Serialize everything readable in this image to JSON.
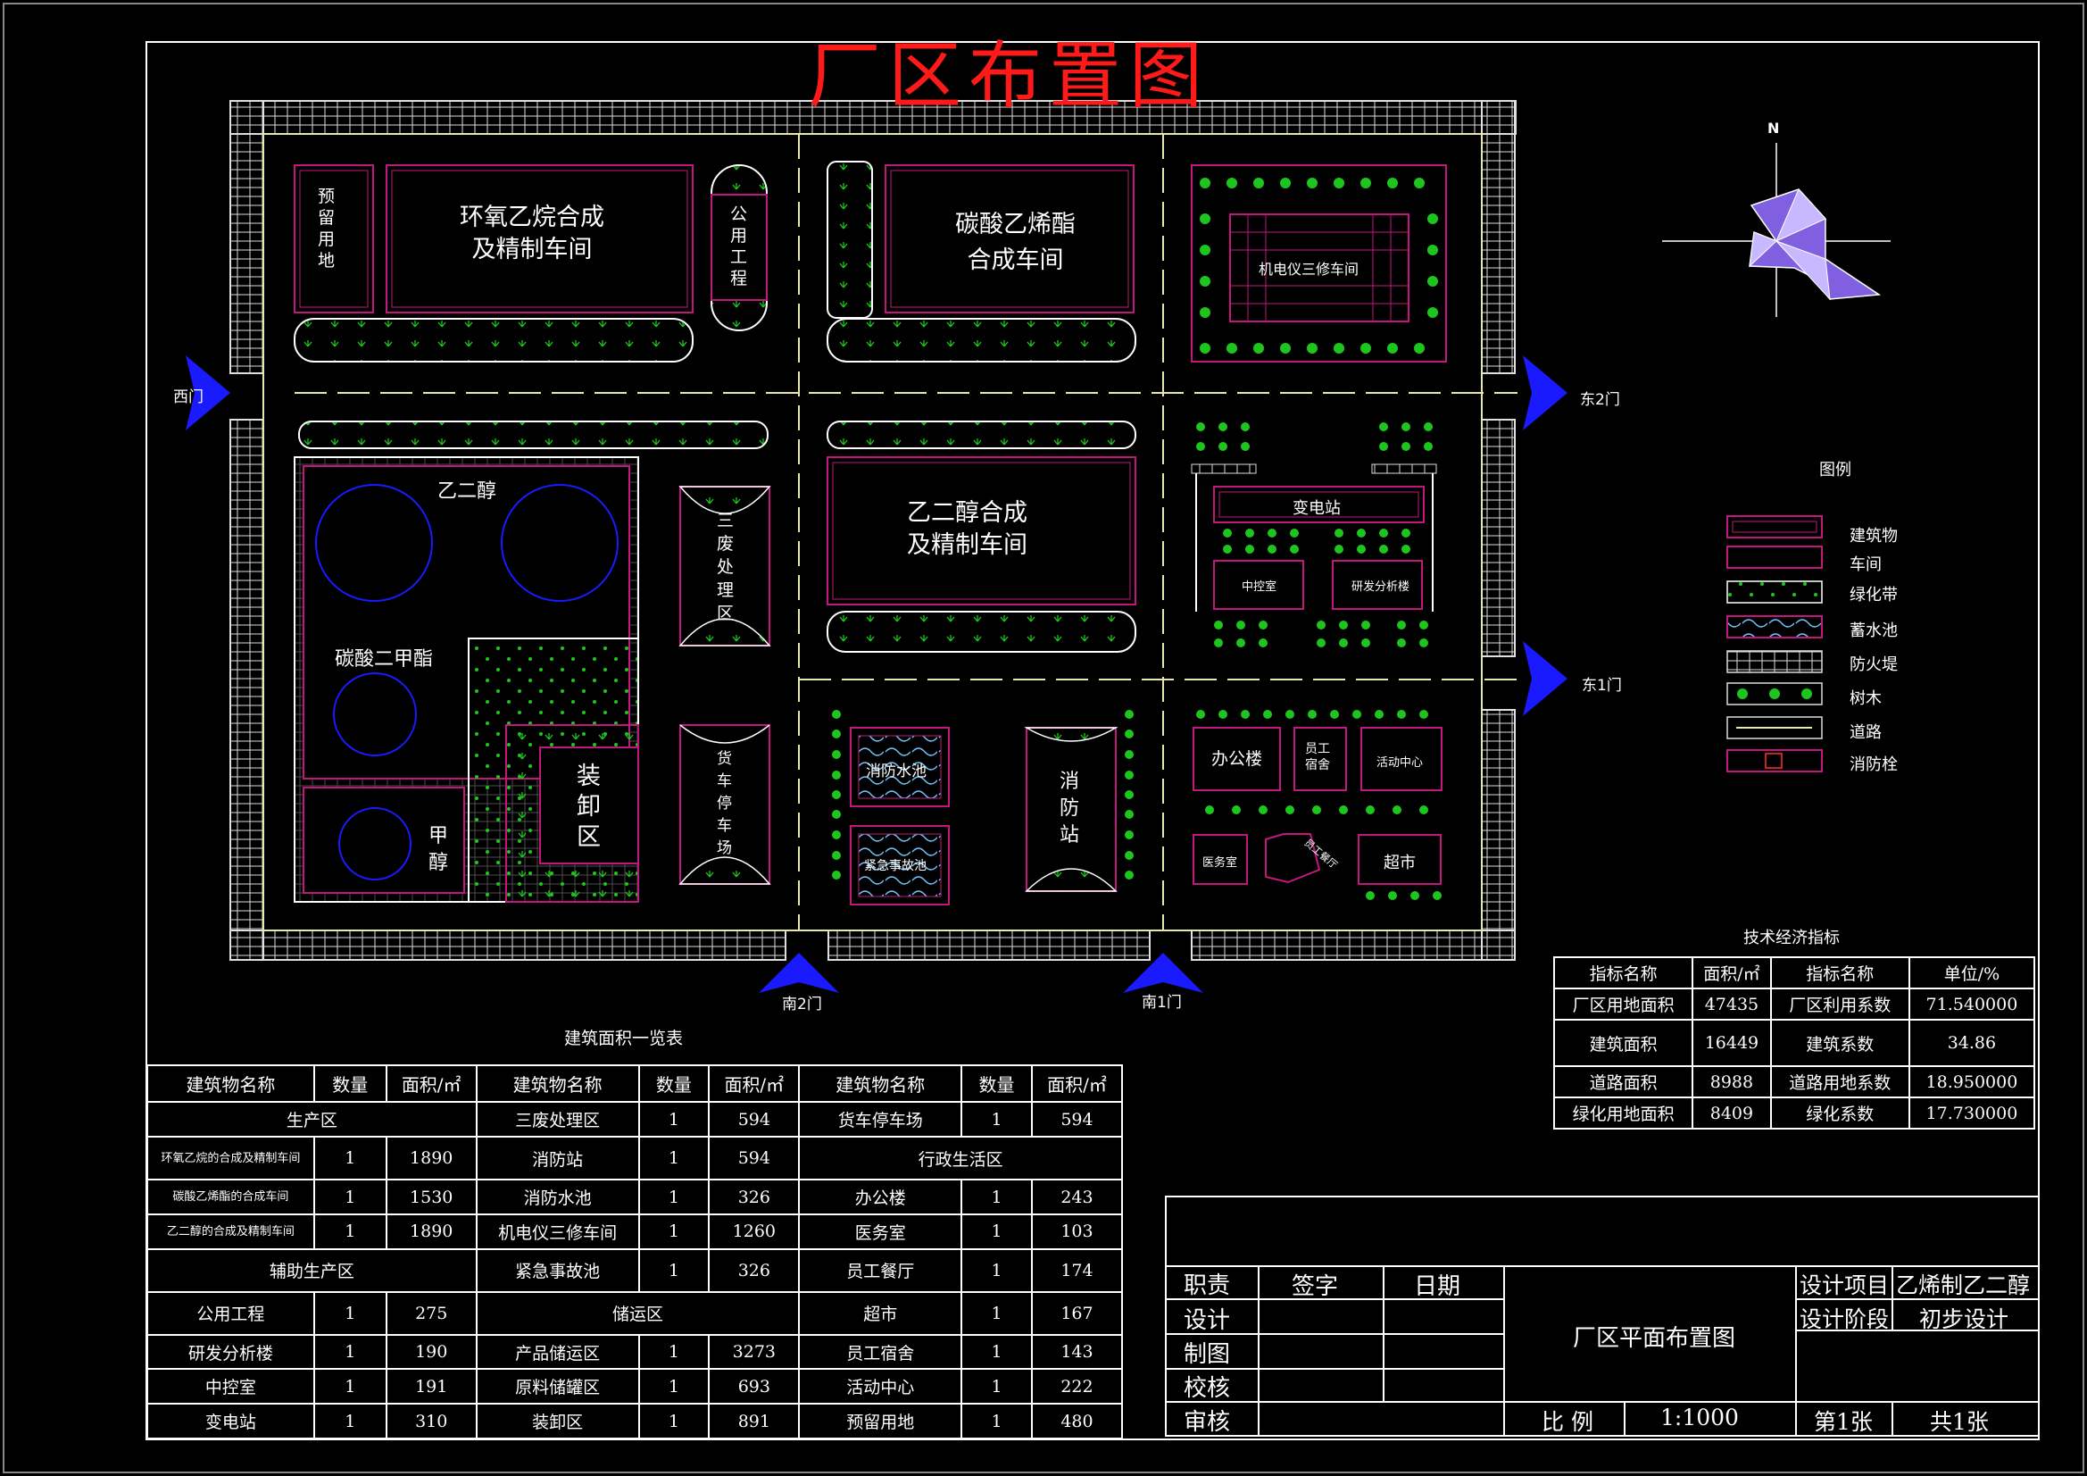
{
  "title": "厂区布置图",
  "colors": {
    "title": "#ff1a1a",
    "road": "#e8e8a8",
    "wall": "#f0f0f0",
    "building": "#c2187e",
    "green": "#1ec51e",
    "blue": "#1a1aff",
    "gate": "#1a1aff"
  },
  "zones": {
    "ee_workshop": "环氧乙烷合成\n及精制车间",
    "reserved": "预\n留\n用\n地",
    "utility": "公\n用\n工\n程",
    "ec_workshop": "碳酸乙烯酯\n合成车间",
    "repair": "机电仪三修车间",
    "eg_tank": "乙二醇",
    "dmc_tank": "碳酸二甲酯",
    "methanol_tank": "甲\n醇",
    "waste": "三\n废\n处\n理\n区",
    "eg_workshop": "乙二醇合成\n及精制车间",
    "substation": "变电站",
    "control": "中控室",
    "lab": "研发分析楼",
    "loading": "装\n卸\n区",
    "truck": "货\n车\n停\n车\n场",
    "fire_pool": "消防水池",
    "emergency_pool": "紧急事故池",
    "fire_station": "消\n防\n站",
    "office": "办公楼",
    "dorm": "员工\n宿舍",
    "activity": "活动中心",
    "clinic": "医务室",
    "canteen": "员工餐厅",
    "market": "超市"
  },
  "gates": {
    "west": "西门",
    "east2": "东2门",
    "east1": "东1门",
    "south2": "南2门",
    "south1": "南1门"
  },
  "compass": "N",
  "legend": {
    "title": "图例",
    "items": [
      "建筑物",
      "车间",
      "绿化带",
      "蓄水池",
      "防火堤",
      "树木",
      "道路",
      "消防栓"
    ]
  },
  "tech_table": {
    "title": "技术经济指标",
    "headers": [
      "指标名称",
      "面积/㎡",
      "指标名称",
      "单位/%"
    ],
    "rows": [
      [
        "厂区用地面积",
        "47435",
        "厂区利用系数",
        "71.540000"
      ],
      [
        "建筑面积",
        "16449",
        "建筑系数",
        "34.86"
      ],
      [
        "道路面积",
        "8988",
        "道路用地系数",
        "18.950000"
      ],
      [
        "绿化用地面积",
        "8409",
        "绿化系数",
        "17.730000"
      ]
    ]
  },
  "building_table": {
    "title": "建筑面积一览表",
    "headers": [
      "建筑物名称",
      "数量",
      "面积/㎡",
      "建筑物名称",
      "数量",
      "面积/㎡",
      "建筑物名称",
      "数量",
      "面积/㎡"
    ],
    "r1": [
      "生产区",
      "三废处理区",
      "1",
      "594",
      "货车停车场",
      "1",
      "594"
    ],
    "r2": [
      "环氧乙烷的合成及精制车间",
      "1",
      "1890",
      "消防站",
      "1",
      "594",
      "行政生活区"
    ],
    "r3": [
      "碳酸乙烯酯的合成车间",
      "1",
      "1530",
      "消防水池",
      "1",
      "326",
      "办公楼",
      "1",
      "243"
    ],
    "r4": [
      "乙二醇的合成及精制车间",
      "1",
      "1890",
      "机电仪三修车间",
      "1",
      "1260",
      "医务室",
      "1",
      "103"
    ],
    "r5": [
      "辅助生产区",
      "紧急事故池",
      "1",
      "326",
      "员工餐厅",
      "1",
      "174"
    ],
    "r6": [
      "公用工程",
      "1",
      "275",
      "储运区",
      "超市",
      "1",
      "167"
    ],
    "r7": [
      "研发分析楼",
      "1",
      "190",
      "产品储运区",
      "1",
      "3273",
      "员工宿舍",
      "1",
      "143"
    ],
    "r8": [
      "中控室",
      "1",
      "191",
      "原料储罐区",
      "1",
      "693",
      "活动中心",
      "1",
      "222"
    ],
    "r9": [
      "变电站",
      "1",
      "310",
      "装卸区",
      "1",
      "891",
      "预留用地",
      "1",
      "480"
    ]
  },
  "title_block": {
    "duty": "职责",
    "sign": "签字",
    "date": "日期",
    "design": "设计",
    "draw": "制图",
    "check": "校核",
    "review": "审核",
    "drawing_name": "厂区平面布置图",
    "project_label": "设计项目",
    "project": "乙烯制乙二醇",
    "stage_label": "设计阶段",
    "stage": "初步设计",
    "scale_label": "比 例",
    "scale": "1:1000",
    "sheet": "第1张",
    "total": "共1张"
  }
}
